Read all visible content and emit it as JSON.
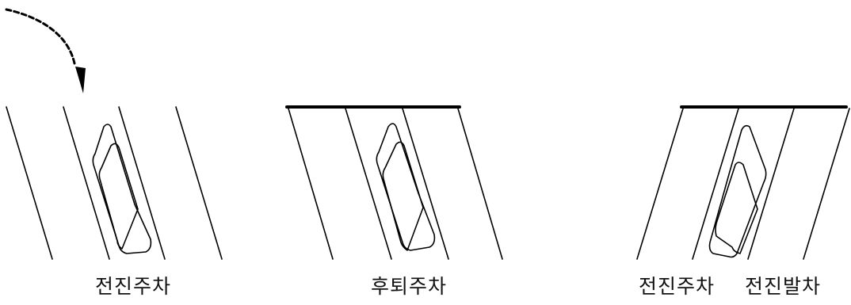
{
  "captions": {
    "forward_parking": "전진주차",
    "reverse_parking": "후퇴주차",
    "forward_parking_2": "전진주차",
    "forward_departure": "전진발차"
  },
  "colors": {
    "line": "#000000",
    "background": "#ffffff"
  },
  "icons": [
    "curved-dashed-arrow-icon",
    "car-icon"
  ]
}
